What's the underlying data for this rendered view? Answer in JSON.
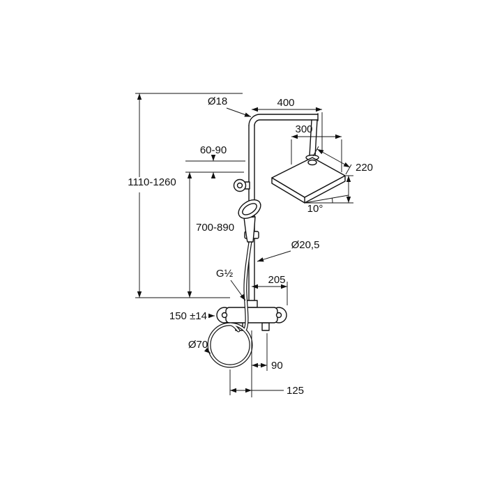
{
  "colors": {
    "background": "#ffffff",
    "line": "#111111"
  },
  "labels": {
    "dia_pipe": "Ø18",
    "proj_400": "400",
    "head_300": "300",
    "head_220": "220",
    "angle_10": "10°",
    "range_60_90": "60-90",
    "height_overall": "1110-1260",
    "height_holder": "700-890",
    "dia_20_5": "Ø20,5",
    "thread_g12": "G½",
    "width_205": "205",
    "spacing_150": "150 ±14",
    "dia_hose_loop": "Ø70",
    "offset_90": "90",
    "offset_125": "125"
  }
}
